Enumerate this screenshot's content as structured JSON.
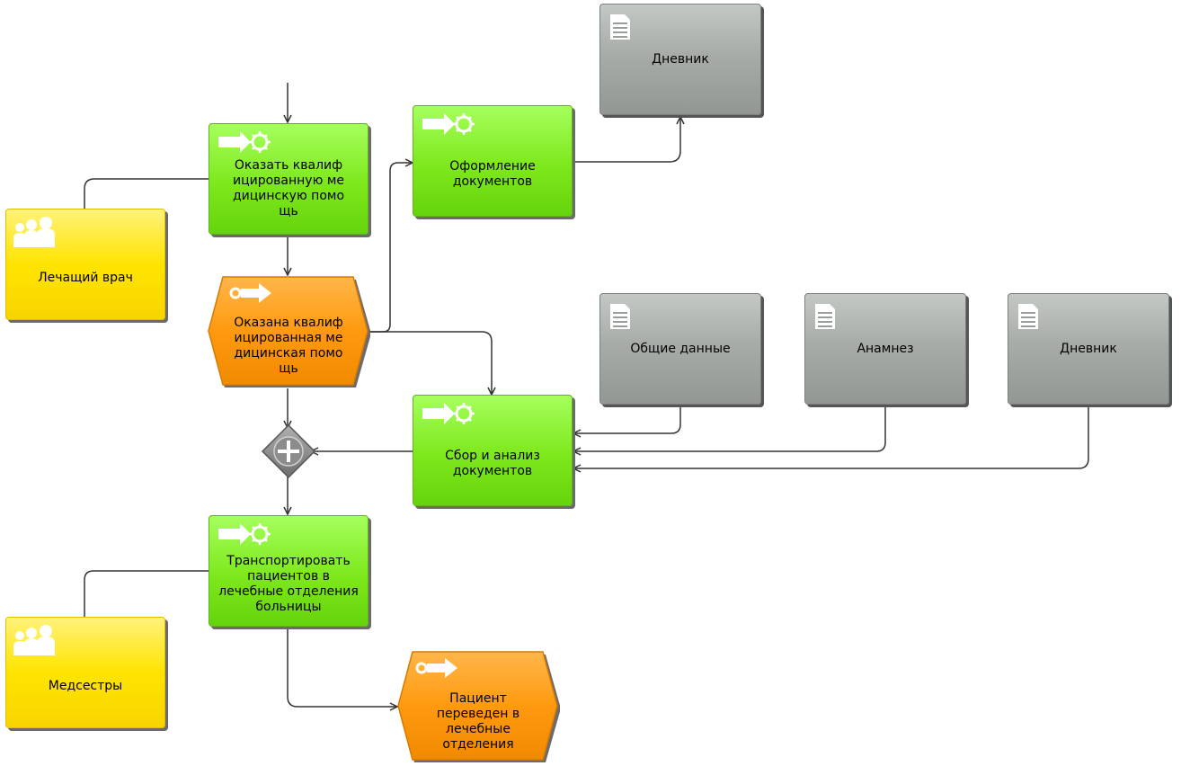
{
  "diagram": {
    "functions": {
      "provide_care": "Оказать квалифицированную медицинскую помощь",
      "paperwork": "Оформление документов",
      "collect_docs": "Сбор и анализ документов",
      "transport": "Транспортировать пациентов в лечебные отделения больницы"
    },
    "events": {
      "care_provided": "Оказана квалифицированная медицинская помощь",
      "patient_transferred": "Пациент переведен в лечебные отделения"
    },
    "org_units": {
      "doctor": "Лечащий врач",
      "nurses": "Медсестры"
    },
    "documents": {
      "diary_top": "Дневник",
      "general_data": "Общие данные",
      "anamnesis": "Анамнез",
      "diary_right": "Дневник"
    },
    "connector": "and-connector",
    "colors": {
      "function": "#7de81c",
      "event": "#ff9a10",
      "org_unit": "#ffe400",
      "document": "#a8aca8",
      "connector": "#8a8a8a",
      "line": "#333333"
    }
  }
}
